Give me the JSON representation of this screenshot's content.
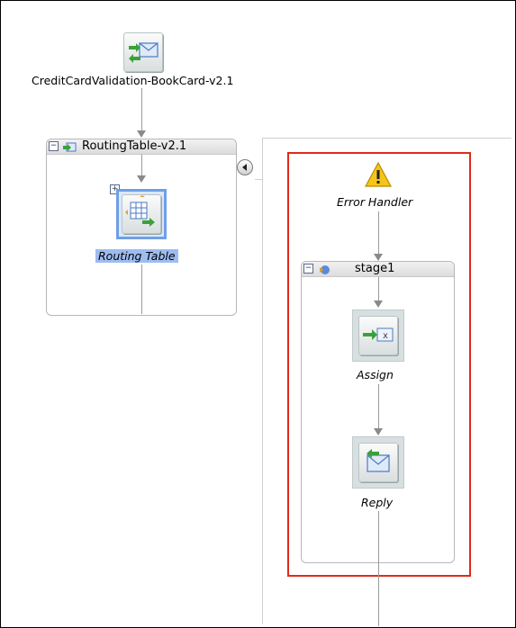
{
  "nodes": {
    "service": {
      "label": "CreditCardValidation-BookCard-v2.1",
      "icon": "message-envelope-icon"
    },
    "routing_container": {
      "title": "RoutingTable-v2.1",
      "icon": "pipeline-icon"
    },
    "routing_table": {
      "label": "Routing Table",
      "icon": "routing-table-icon"
    },
    "error_handler": {
      "label": "Error Handler",
      "icon": "warning-icon"
    },
    "stage": {
      "title": "stage1",
      "icon": "stage-icon"
    },
    "assign": {
      "label": "Assign",
      "icon": "assign-icon"
    },
    "reply": {
      "label": "Reply",
      "icon": "reply-envelope-icon"
    }
  },
  "colors": {
    "highlight_border": "#e02a1a",
    "selection": "#9dbcf0",
    "icon_green": "#3aa13a",
    "icon_blue": "#5b8ad6"
  }
}
